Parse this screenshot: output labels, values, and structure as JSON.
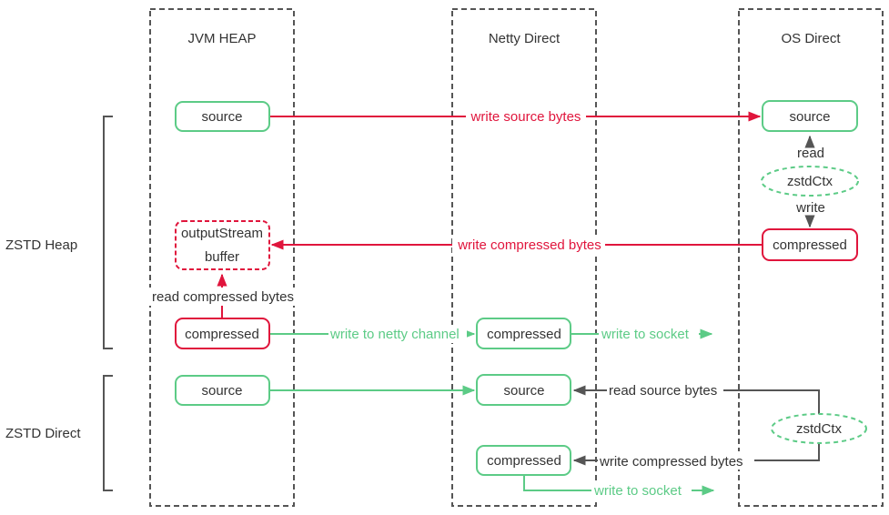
{
  "columns": {
    "jvm_heap": "JVM HEAP",
    "netty_direct": "Netty Direct",
    "os_direct": "OS Direct"
  },
  "sections": {
    "zstd_heap": "ZSTD Heap",
    "zstd_direct": "ZSTD Direct"
  },
  "nodes": {
    "heap_source": "source",
    "os_source": "source",
    "zstd_ctx_heap": "zstdCtx",
    "os_compressed": "compressed",
    "output_stream_line1": "outputStream",
    "output_stream_line2": "buffer",
    "heap_compressed": "compressed",
    "netty_compressed_heap": "compressed",
    "direct_heap_source": "source",
    "netty_source": "source",
    "zstd_ctx_direct": "zstdCtx",
    "netty_compressed_direct": "compressed"
  },
  "labels": {
    "write_source_bytes": "write source bytes",
    "read": "read",
    "write": "write",
    "write_compressed_bytes_heap": "write compressed bytes",
    "read_compressed_bytes": "read compressed bytes",
    "write_to_netty_channel": "write to netty channel",
    "write_to_socket_heap": "write to socket",
    "read_source_bytes": "read source bytes",
    "write_compressed_bytes_direct": "write compressed bytes",
    "write_to_socket_direct": "write to socket"
  },
  "colors": {
    "green": "#5ccb86",
    "red": "#e0153c",
    "gray": "#555555",
    "text": "#333333"
  }
}
